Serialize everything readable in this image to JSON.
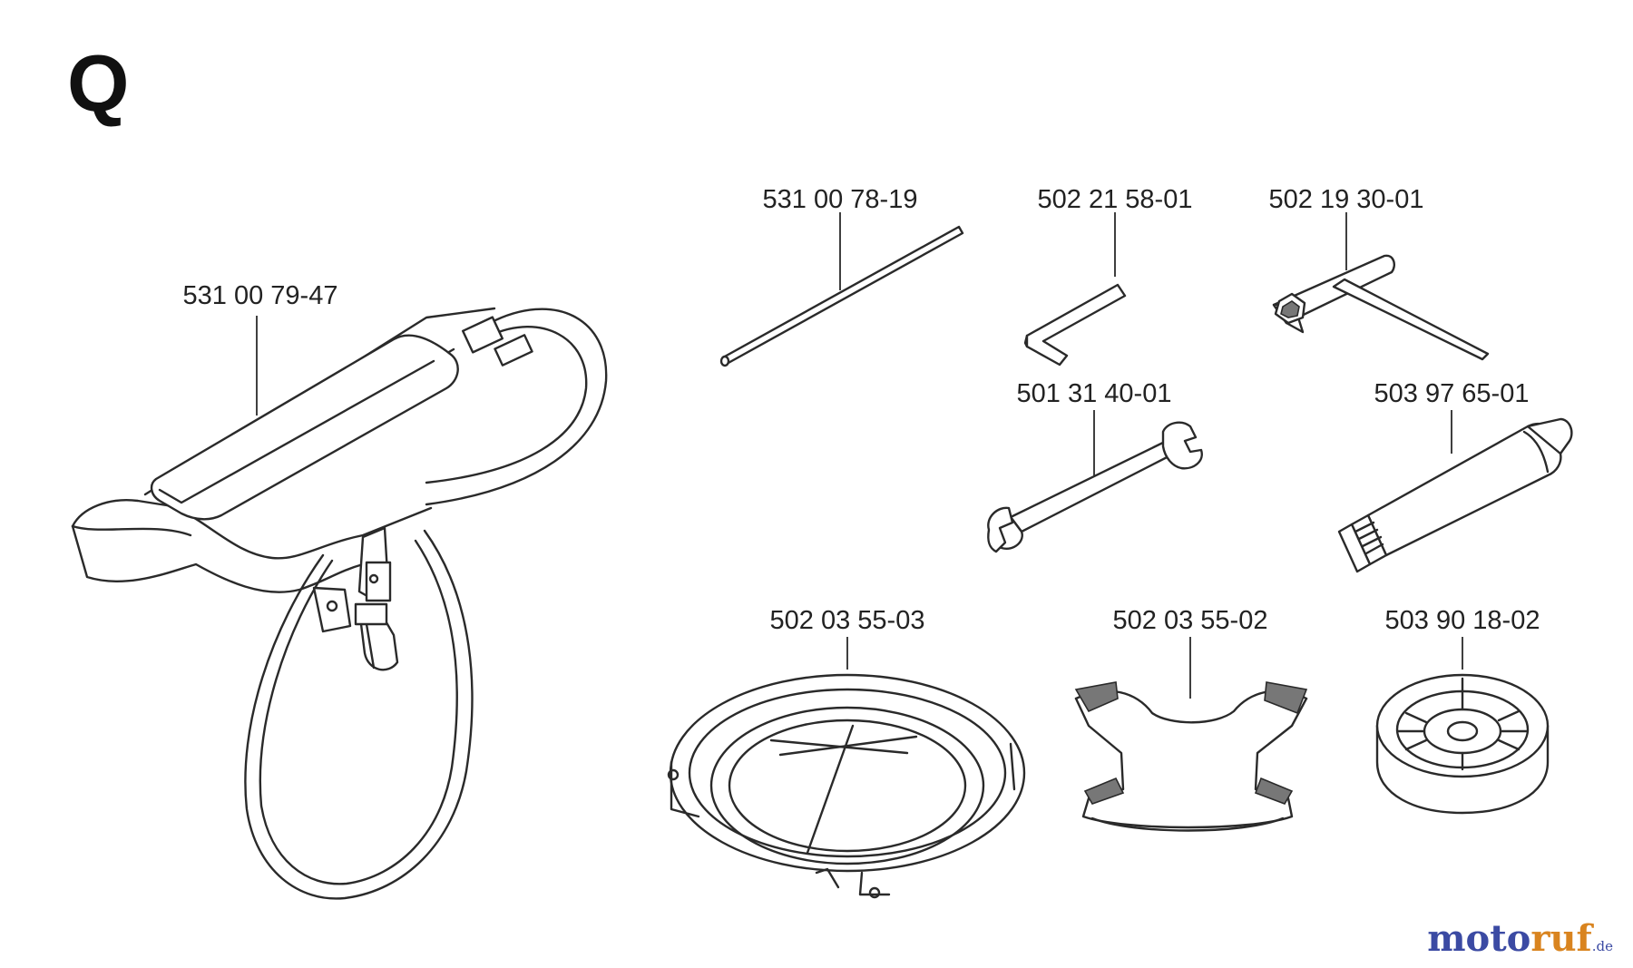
{
  "section": {
    "letter": "Q"
  },
  "parts": [
    {
      "id": "harness",
      "label": "531 00 79-47"
    },
    {
      "id": "rod",
      "label": "531 00 78-19"
    },
    {
      "id": "hex-key",
      "label": "502 21 58-01"
    },
    {
      "id": "socket-wrench",
      "label": "502 19 30-01"
    },
    {
      "id": "spanner",
      "label": "501 31 40-01"
    },
    {
      "id": "grease-tube",
      "label": "503 97 65-01"
    },
    {
      "id": "ring-guard",
      "label": "502 03 55-03"
    },
    {
      "id": "guard-plate",
      "label": "502 03 55-02"
    },
    {
      "id": "spool-hub",
      "label": "503 90 18-02"
    }
  ],
  "watermark": {
    "part1": "moto",
    "part2": "ruf",
    "part3": ".de"
  },
  "icons": [
    "harness-icon",
    "rod-icon",
    "hex-key-icon",
    "socket-wrench-icon",
    "spanner-icon",
    "grease-tube-icon",
    "ring-guard-icon",
    "guard-plate-icon",
    "spool-hub-icon"
  ]
}
